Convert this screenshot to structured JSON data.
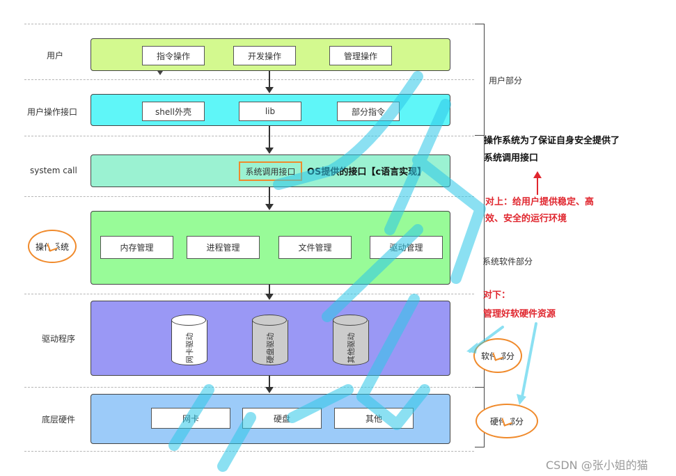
{
  "layers": [
    {
      "label": "用户",
      "items": [
        "指令操作",
        "开发操作",
        "管理操作"
      ]
    },
    {
      "label": "用户操作接口",
      "items": [
        "shell外壳",
        "lib",
        "部分指令"
      ]
    },
    {
      "label": "system call",
      "items": [
        "系统调用接口"
      ],
      "note": "OS提供的接口【c语言实现】"
    },
    {
      "label": "操作系统",
      "items": [
        "内存管理",
        "进程管理",
        "文件管理",
        "驱动管理"
      ]
    },
    {
      "label": "驱动程序",
      "items": [
        "网卡驱动",
        "硬盘驱动",
        "其他驱动"
      ]
    },
    {
      "label": "底层硬件",
      "items": [
        "网卡",
        "硬盘",
        "其他"
      ]
    }
  ],
  "right_labels": {
    "user_part": "用户部分",
    "system_software_part": "系统软件部分",
    "software_part": "软件部分",
    "hardware_part": "硬件部分"
  },
  "annotations": {
    "os_purpose_line1": "操作系统为了保证自身安全提供了",
    "os_purpose_line2": "系统调用接口",
    "up_line1": "对上：给用户提供稳定、高",
    "up_line2": "效、安全的运行环境",
    "down_line1": "对下：",
    "down_line2": "管理好软硬件资源"
  },
  "watermark": "CSDN @张小姐的猫",
  "colors": {
    "user": "#d3f98f",
    "interface": "#5ff6f8",
    "syscall": "#9bf2d2",
    "os": "#98fb98",
    "driver": "#9a98f5",
    "hardware": "#9ccbf9",
    "highlight": "#f08a2b",
    "red": "#e0262e",
    "scribble": "#2ec8e8"
  }
}
